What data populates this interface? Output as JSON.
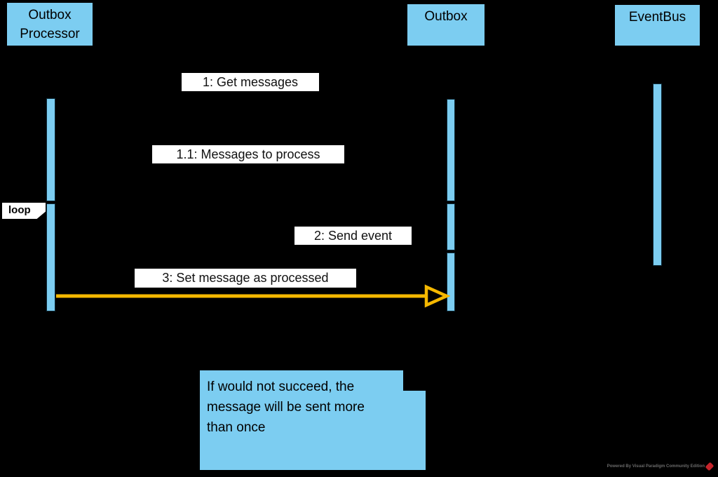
{
  "diagram_type": "uml-sequence-diagram",
  "colors": {
    "background": "#000000",
    "participant_fill": "#7CCDF1",
    "activation_fill": "#7CCDF1",
    "label_background": "#FFFFFF",
    "text": "#000000",
    "arrow_accent": "#F5B800",
    "watermark_text": "#6B6B6B",
    "watermark_logo": "#C4242B"
  },
  "participants": [
    {
      "name": "Outbox Processor"
    },
    {
      "name": "Outbox"
    },
    {
      "name": "EventBus"
    }
  ],
  "messages": [
    {
      "label": "1: Get messages",
      "from": "Outbox Processor",
      "to": "Outbox"
    },
    {
      "label": "1.1: Messages to process",
      "from": "Outbox",
      "to": "Outbox Processor"
    },
    {
      "label": "2: Send event",
      "from": "Outbox Processor",
      "to": "EventBus"
    },
    {
      "label": "3: Set message as processed",
      "from": "Outbox Processor",
      "to": "Outbox"
    }
  ],
  "fragment": {
    "operator": "loop"
  },
  "note": {
    "text": "If would not succeed, the message will be sent more than once",
    "lines": [
      "If would not succeed, the",
      "message will be sent more",
      "than once"
    ]
  },
  "watermark": {
    "text": "Powered By Visual Paradigm Community Edition",
    "logo": "visual-paradigm-red-diamond"
  }
}
